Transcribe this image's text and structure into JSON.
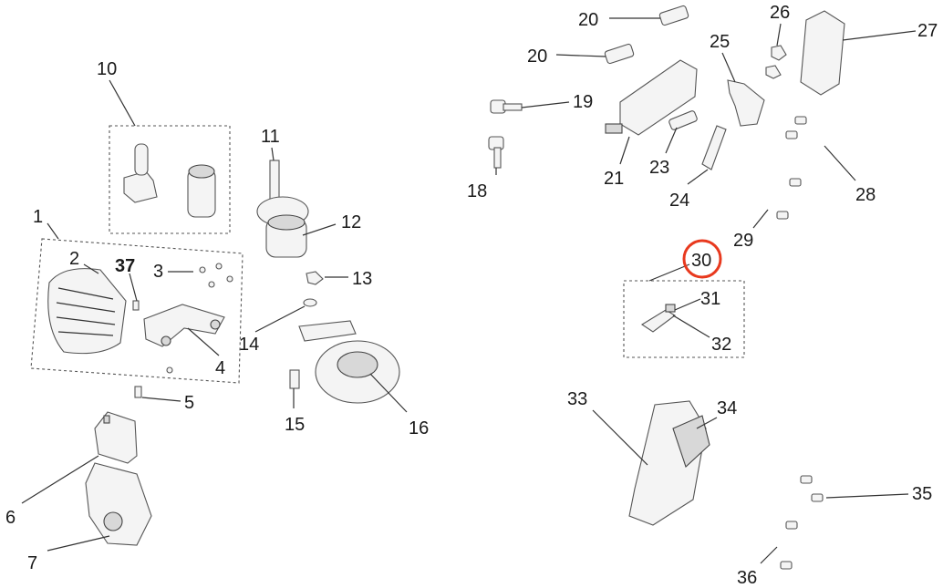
{
  "callouts": [
    "1",
    "2",
    "3",
    "4",
    "5",
    "6",
    "7",
    "10",
    "11",
    "12",
    "13",
    "14",
    "15",
    "16",
    "18",
    "19",
    "20",
    "20",
    "21",
    "23",
    "24",
    "25",
    "26",
    "27",
    "28",
    "29",
    "30",
    "31",
    "32",
    "33",
    "34",
    "35",
    "36",
    "37"
  ],
  "highlighted_callout": "30",
  "highlight_color": "#e8391e"
}
